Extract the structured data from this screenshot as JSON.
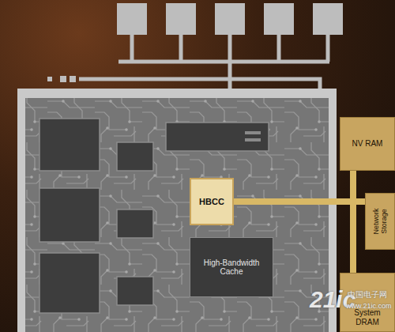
{
  "diagram": {
    "nodes": [
      {
        "text": [
          "HBCC"
        ]
      },
      {
        "text": [
          "High-Bandwidth Cache"
        ]
      },
      {
        "text": [
          "NV RAM"
        ]
      },
      {
        "text": [
          "Network Storage"
        ]
      },
      {
        "text": [
          "System DRAM"
        ]
      }
    ],
    "edges": [
      {
        "from": 0,
        "to": 2,
        "arrow": "none"
      },
      {
        "from": 0,
        "to": 3,
        "arrow": "none"
      },
      {
        "from": 0,
        "to": 4,
        "arrow": "none"
      }
    ],
    "labels": [
      "21ic",
      "中国电子网",
      "www.21ic.com"
    ]
  }
}
